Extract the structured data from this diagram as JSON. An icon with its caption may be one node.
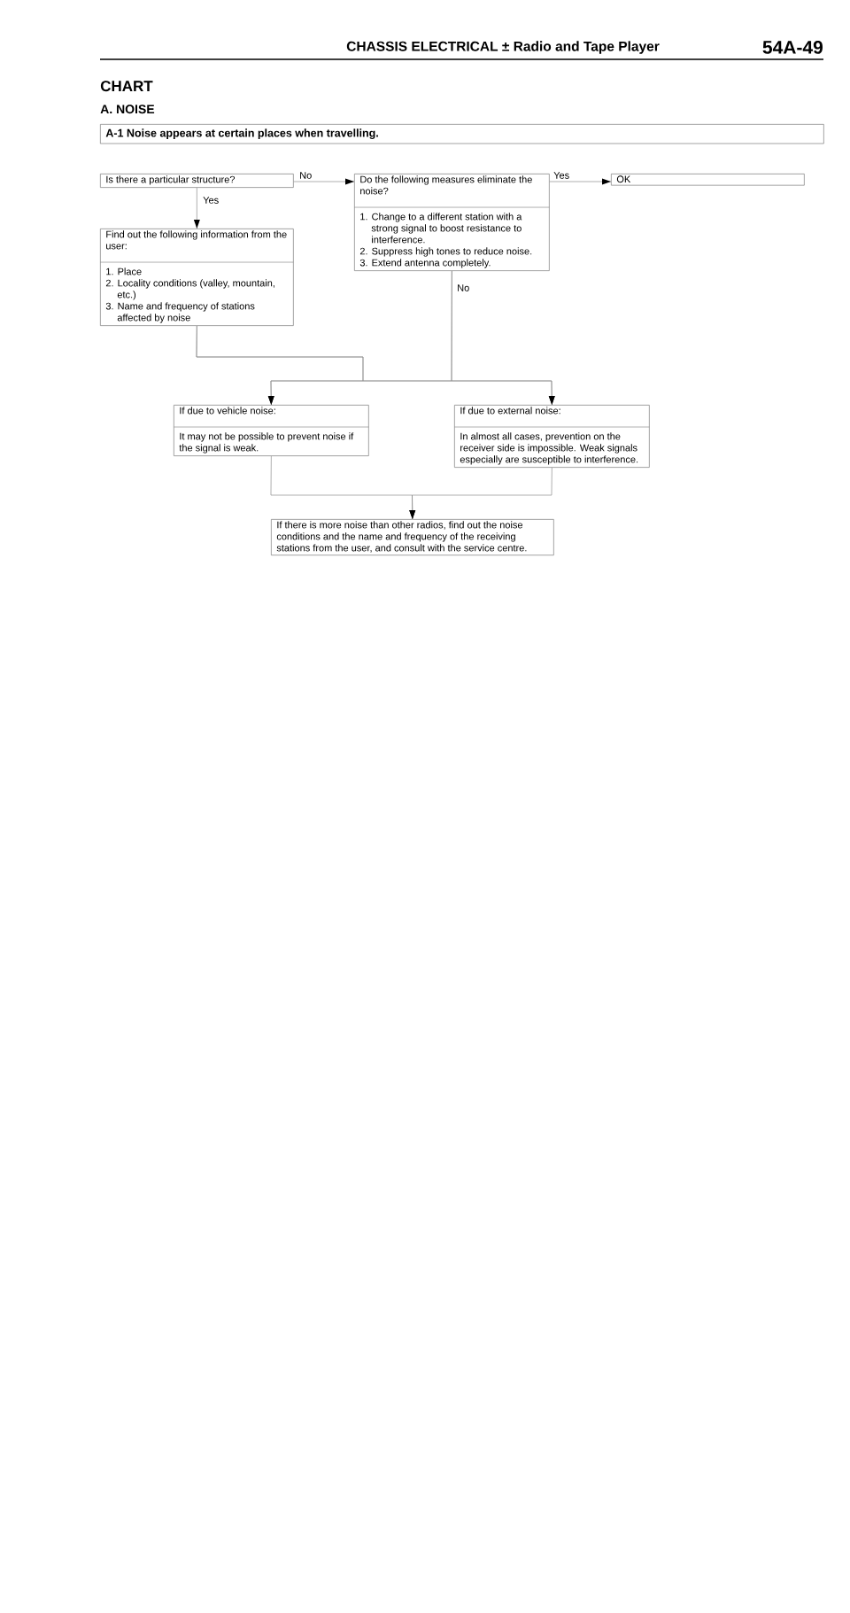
{
  "diagram": {
    "nodes": [
      {
        "text": [
          "A-1  Noise appears at certain places when travelling."
        ]
      },
      {
        "text": [
          "Is there a particular structure?"
        ]
      },
      {
        "text": [
          "Do the following measures eliminate the noise?",
          "1. Change to a different station with a strong signal to boost resistance to interference.",
          "2. Suppress high tones to reduce noise.",
          "3. Extend antenna completely."
        ]
      },
      {
        "text": [
          "OK"
        ]
      },
      {
        "text": [
          "Find out the following information from the user:",
          "1. Place",
          "2. Locality conditions (valley, mountain, etc.)",
          "3. Name and frequency of stations affected by noise"
        ]
      },
      {
        "text": [
          "If due to vehicle noise:",
          "It may not be possible to prevent noise if the signal is weak."
        ]
      },
      {
        "text": [
          "If due to external noise:",
          "In almost all cases, prevention on the receiver side is impossible. Weak signals especially are susceptible to interference."
        ]
      },
      {
        "text": [
          "If there is more noise than other radios, find out the noise conditions and the name and frequency of the receiving stations from the user, and consult with the service centre."
        ]
      }
    ],
    "edges": [
      {
        "from": 1,
        "to": 2,
        "arrow": "to",
        "label": "No"
      },
      {
        "from": 2,
        "to": 3,
        "arrow": "to",
        "label": "Yes"
      },
      {
        "from": 1,
        "to": 4,
        "arrow": "to",
        "label": "Yes"
      },
      {
        "from": 4,
        "to": 5,
        "arrow": "to"
      },
      {
        "from": 4,
        "to": 6,
        "arrow": "to"
      },
      {
        "from": 2,
        "to": 5,
        "arrow": "to",
        "label": "No"
      },
      {
        "from": 2,
        "to": 6,
        "arrow": "to"
      },
      {
        "from": 5,
        "to": 7,
        "arrow": "to"
      },
      {
        "from": 6,
        "to": 7,
        "arrow": "to"
      }
    ],
    "labels": [
      "CHASSIS ELECTRICAL ± Radio and Tape Player",
      "54A-49",
      "CHART",
      "A. NOISE"
    ]
  }
}
